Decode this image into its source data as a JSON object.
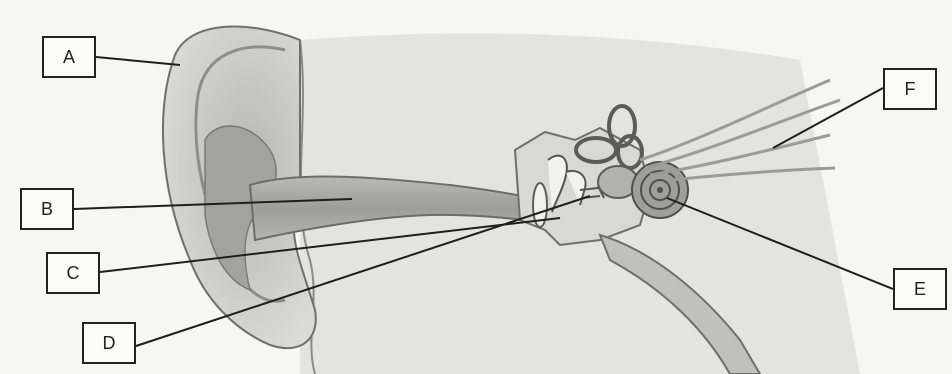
{
  "labels": {
    "a": "A",
    "b": "B",
    "c": "C",
    "d": "D",
    "e": "E",
    "f": "F"
  },
  "colors": {
    "background": "#f6f6f4",
    "skin": "#d4d4d2",
    "canal": "#a9a9a7",
    "bone": "#c8c8c6",
    "line": "#1e1e1e"
  }
}
